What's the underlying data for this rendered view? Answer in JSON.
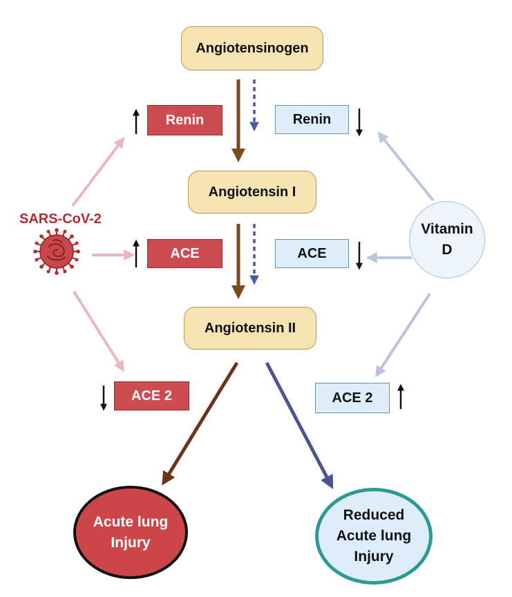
{
  "nodes": {
    "angiotensinogen": "Angiotensinogen",
    "angiotensin_1": "Angiotensin I",
    "angiotensin_2": "Angiotensin II"
  },
  "sars": {
    "label": "SARS-CoV-2",
    "renin": "Renin",
    "ace": "ACE",
    "ace2": "ACE 2"
  },
  "vitamin_d": {
    "label_line1": "Vitamin",
    "label_line2": "D",
    "renin": "Renin",
    "ace": "ACE",
    "ace2": "ACE 2"
  },
  "outcomes": {
    "acute_line1": "Acute lung",
    "acute_line2": "Injury",
    "reduced_line1": "Reduced",
    "reduced_line2": "Acute lung",
    "reduced_line3": "Injury"
  },
  "colors": {
    "pathway_arrow": "#7a4a1e",
    "vitd_pathway_arrow": "#4a5aa0",
    "sars_arrow": "#eab8bb",
    "vitd_arrow": "#b7c8dc",
    "vitd_ace2_arrow": "#c2bde0",
    "injury_arrow": "#6b3418",
    "reduced_arrow": "#4c5494"
  },
  "icons": [
    "up-arrow-icon",
    "down-arrow-icon",
    "virus-icon"
  ]
}
